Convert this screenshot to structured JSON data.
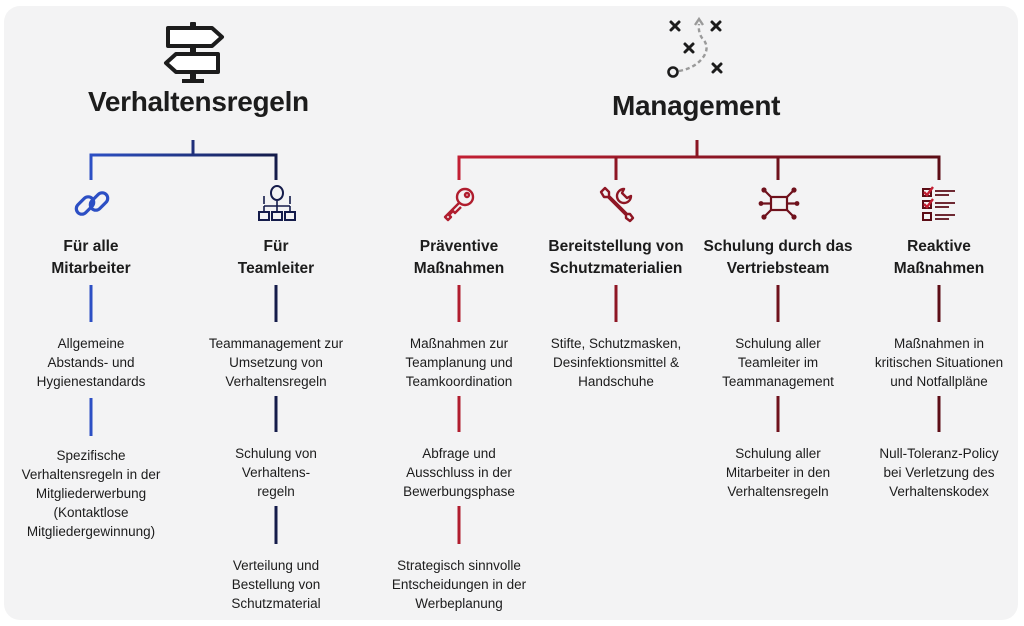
{
  "colors": {
    "blue": "#2c4fc4",
    "navy": "#141b4a",
    "red": "#b01d2e",
    "darkred": "#5c0d16",
    "bg": "#f3f3f4"
  },
  "left": {
    "title": "Verhaltensregeln",
    "icon": "signpost-icon",
    "columns": [
      {
        "icon": "chain-link-icon",
        "head": [
          "Für alle",
          "Mitarbeiter"
        ],
        "items": [
          [
            "Allgemeine",
            "Abstands- und",
            "Hygienestandards"
          ],
          [
            "Spezifische",
            "Verhaltensregeln in der",
            "Mitgliederwerbung",
            "(Kontaktlose",
            "Mitgliedergewinnung)"
          ]
        ]
      },
      {
        "icon": "org-chart-icon",
        "head": [
          "Für",
          "Teamleiter"
        ],
        "items": [
          [
            "Teammanagement zur",
            "Umsetzung von",
            "Verhaltensregeln"
          ],
          [
            "Schulung von",
            "Verhaltens-",
            "regeln"
          ],
          [
            "Verteilung und",
            "Bestellung von",
            "Schutzmaterial"
          ]
        ]
      }
    ]
  },
  "right": {
    "title": "Management",
    "icon": "strategy-play-icon",
    "columns": [
      {
        "icon": "key-icon",
        "head": [
          "Präventive",
          "Maßnahmen"
        ],
        "items": [
          [
            "Maßnahmen zur",
            "Teamplanung und",
            "Teamkoordination"
          ],
          [
            "Abfrage und",
            "Ausschluss in der",
            "Bewerbungsphase"
          ],
          [
            "Strategisch sinnvolle",
            "Entscheidungen in der",
            "Werbeplanung"
          ]
        ]
      },
      {
        "icon": "wrench-icon",
        "head": [
          "Bereitstellung von",
          "Schutzmaterialien"
        ],
        "items": [
          [
            "Stifte, Schutzmasken,",
            "Desinfektionsmittel &",
            "Handschuhe"
          ]
        ]
      },
      {
        "icon": "network-icon",
        "head": [
          "Schulung durch das",
          "Vertriebsteam"
        ],
        "items": [
          [
            "Schulung aller",
            "Teamleiter im",
            "Teammanagement"
          ],
          [
            "Schulung aller",
            "Mitarbeiter in den",
            "Verhaltensregeln"
          ]
        ]
      },
      {
        "icon": "checklist-icon",
        "head": [
          "Reaktive",
          "Maßnahmen"
        ],
        "items": [
          [
            "Maßnahmen in",
            "kritischen Situationen",
            "und Notfallpläne"
          ],
          [
            "Null-Toleranz-Policy",
            "bei Verletzung des",
            "Verhaltenskodex"
          ]
        ]
      }
    ]
  }
}
